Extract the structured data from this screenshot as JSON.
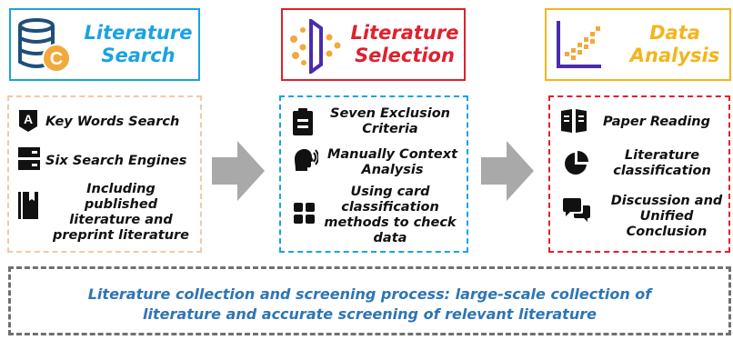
{
  "colors": {
    "search": "#1aa3e0",
    "selection": "#e0202e",
    "analysis": "#f2b51c",
    "search_box": "#f2c9a8",
    "arrow": "#a9a9a9",
    "footer_text": "#2e75b6",
    "footer_border": "#707070"
  },
  "stages": [
    {
      "title_line1": "Literature",
      "title_line2": "Search",
      "icon": "database-copyright-icon",
      "items": [
        {
          "icon": "letter-a-badge-icon",
          "text": "Key Words Search"
        },
        {
          "icon": "server-icon",
          "text": "Six Search Engines"
        },
        {
          "icon": "book-icon",
          "text_lines": [
            "Including",
            "published",
            "literature and",
            "preprint literature"
          ]
        }
      ]
    },
    {
      "title_line1": "Literature",
      "title_line2": "Selection",
      "icon": "filter-funnel-icon",
      "items": [
        {
          "icon": "clipboard-icon",
          "text_lines": [
            "Seven Exclusion",
            "Criteria"
          ]
        },
        {
          "icon": "speaking-head-icon",
          "text_lines": [
            "Manually Context",
            "Analysis"
          ]
        },
        {
          "icon": "grid-cards-icon",
          "text_lines": [
            "Using card",
            "classification",
            "methods to check",
            "data"
          ]
        }
      ]
    },
    {
      "title_line1": "Data",
      "title_line2": "Analysis",
      "icon": "scatter-chart-icon",
      "items": [
        {
          "icon": "open-book-icon",
          "text": "Paper Reading"
        },
        {
          "icon": "pie-chart-icon",
          "text_lines": [
            "Literature",
            "classification"
          ]
        },
        {
          "icon": "chat-bubbles-icon",
          "text_lines": [
            "Discussion and",
            "Unified",
            "Conclusion"
          ]
        }
      ]
    }
  ],
  "footer": {
    "line1": "Literature collection and screening process: large-scale collection of",
    "line2": "literature and accurate screening of relevant literature"
  }
}
